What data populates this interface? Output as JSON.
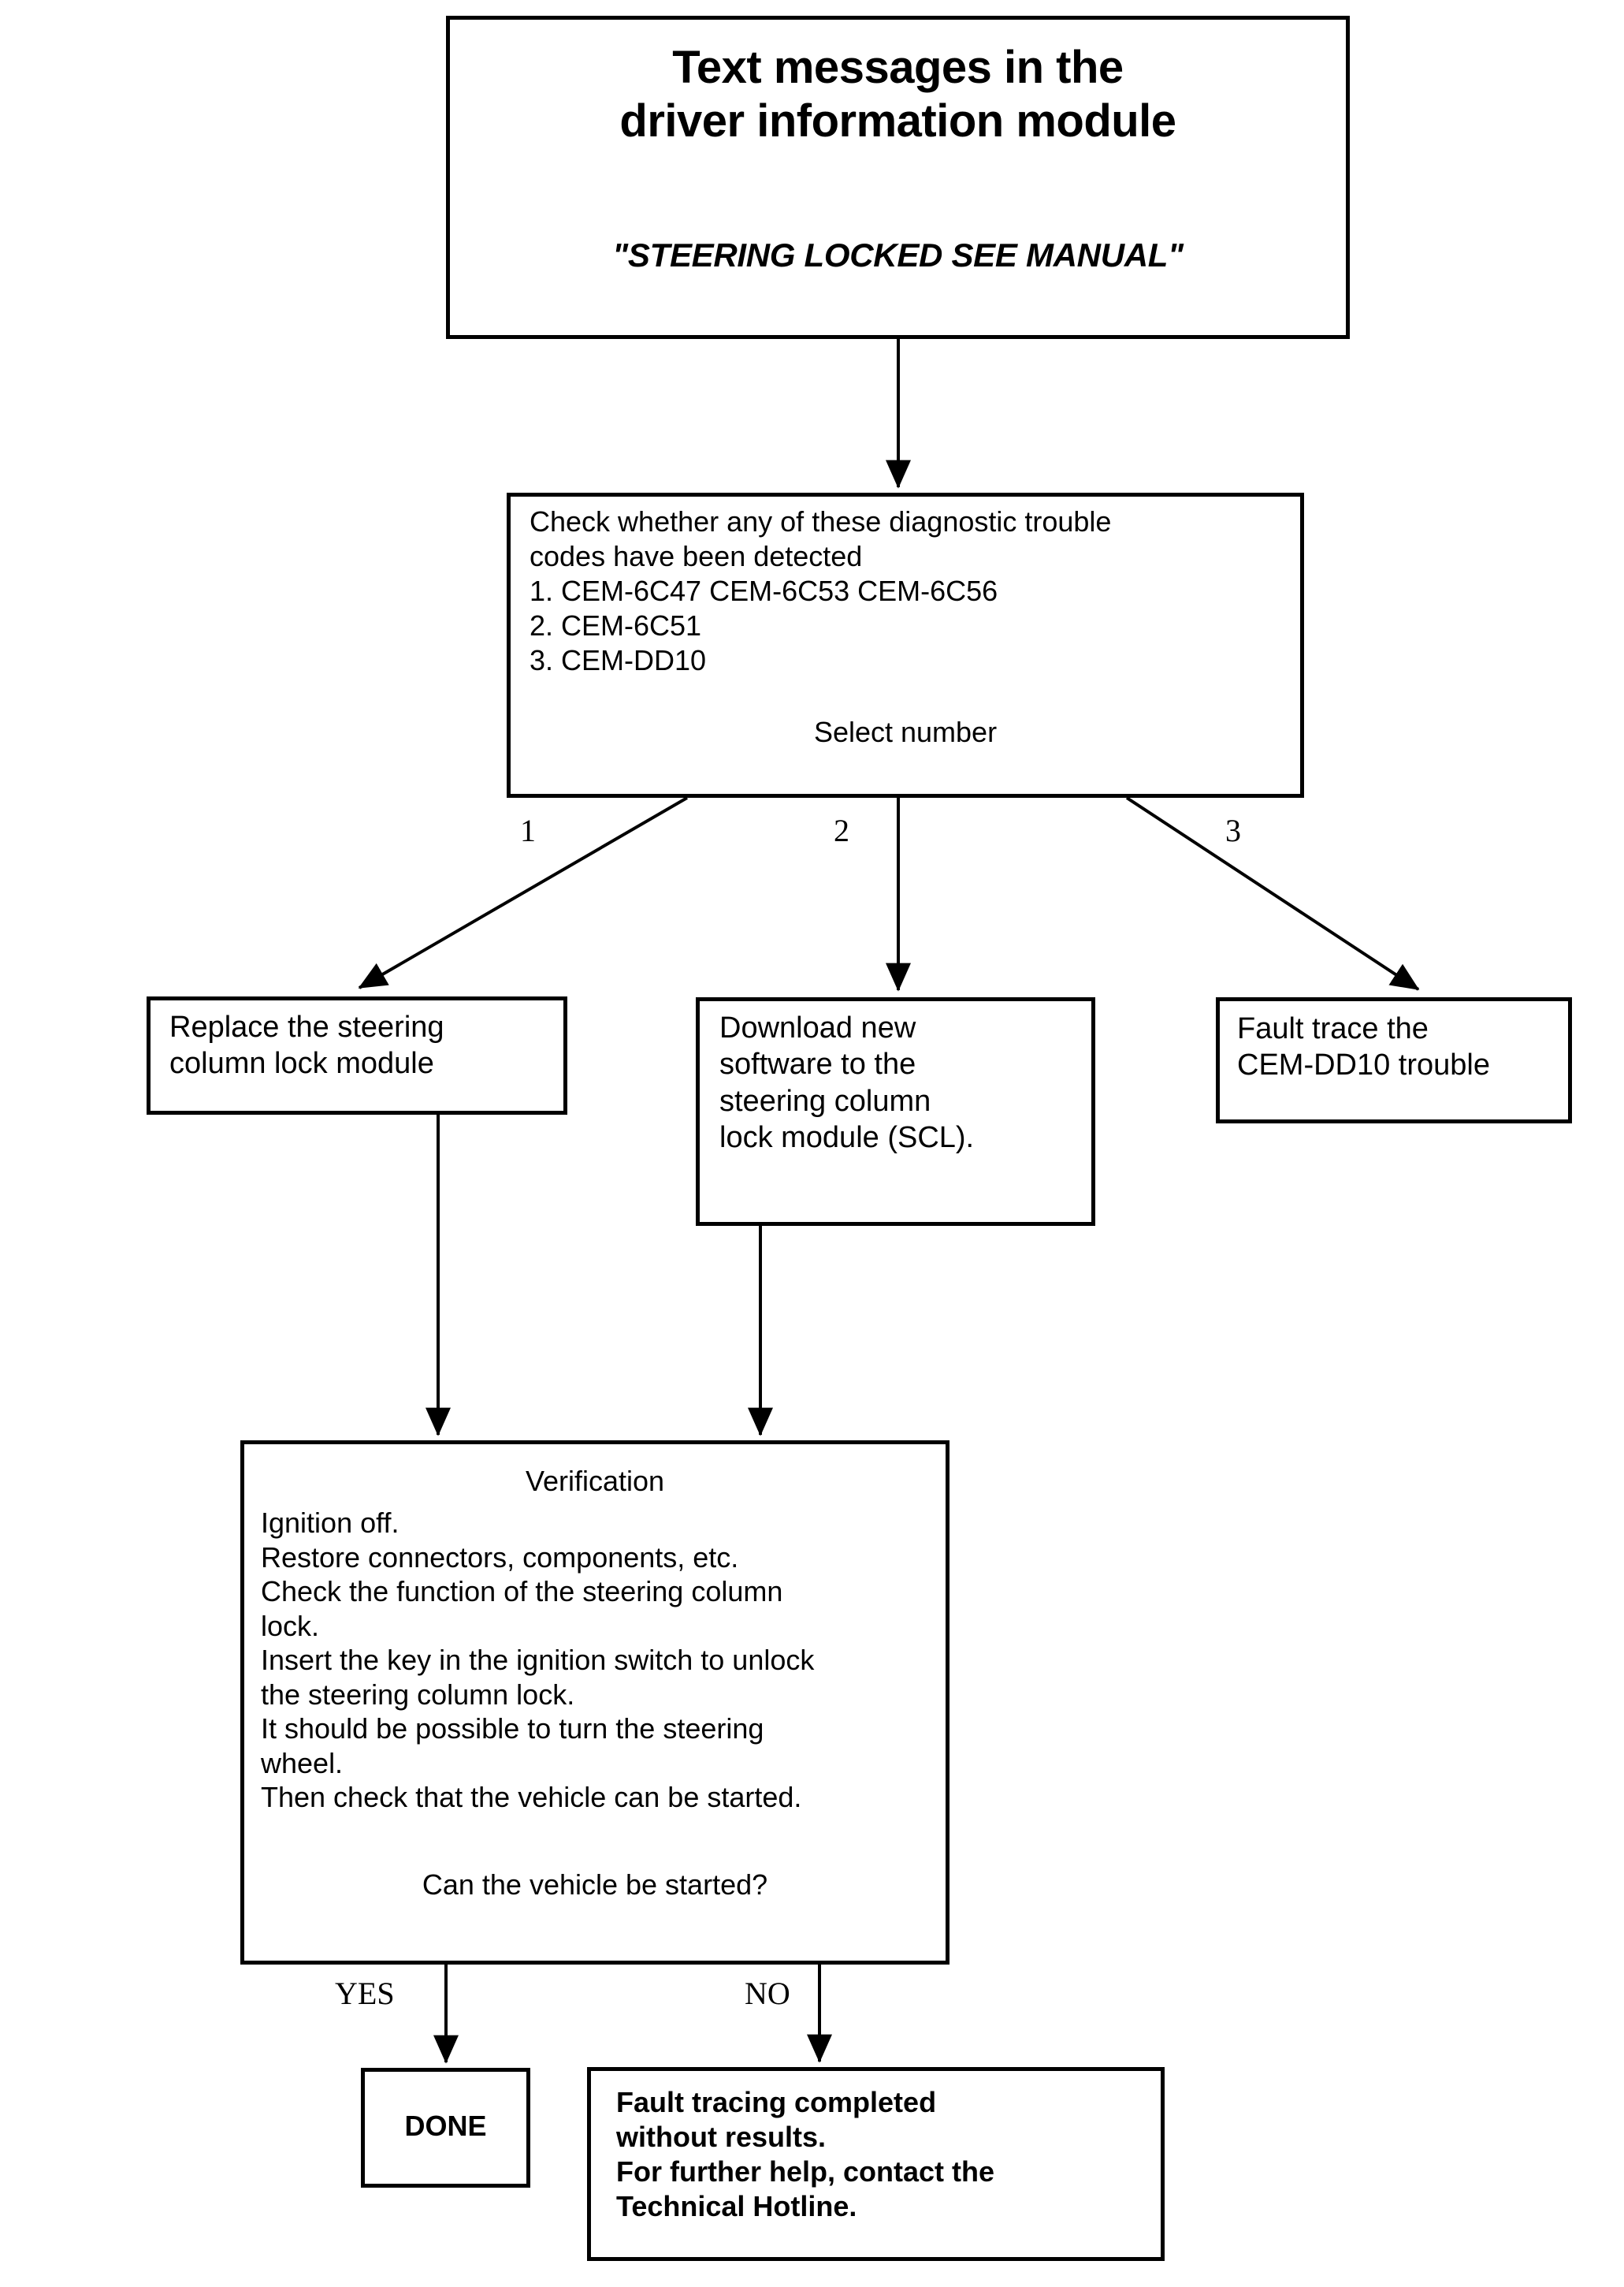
{
  "title_box": {
    "main": "Text messages in the\ndriver information module",
    "sub": "\"STEERING LOCKED SEE MANUAL\""
  },
  "diagnostic_box": {
    "prompt": "Check whether any of these diagnostic trouble\ncodes have been detected\n1. CEM-6C47 CEM-6C53 CEM-6C56\n2. CEM-6C51\n3. CEM-DD10",
    "select_label": "Select number"
  },
  "branch_labels": {
    "one": "1",
    "two": "2",
    "three": "3"
  },
  "action_boxes": {
    "replace_scl": "Replace the steering\ncolumn lock module",
    "download_software": "Download new\nsoftware to the\nsteering column\nlock module (SCL).",
    "fault_trace": "Fault trace the\nCEM-DD10 trouble"
  },
  "verification_box": {
    "heading": "Verification",
    "body": "Ignition off.\nRestore connectors, components, etc.\nCheck the function of the steering column\nlock.\nInsert the key in the ignition switch to unlock\nthe steering column lock.\nIt should be possible to turn the steering\nwheel.\nThen check that the vehicle can be started.",
    "question": "Can the vehicle be started?"
  },
  "decision_labels": {
    "yes": "YES",
    "no": "NO"
  },
  "terminal_boxes": {
    "done": "DONE",
    "hotline": "Fault tracing completed\nwithout results.\nFor further help, contact the\nTechnical Hotline."
  },
  "colors": {
    "stroke": "#000000",
    "background": "#ffffff"
  }
}
